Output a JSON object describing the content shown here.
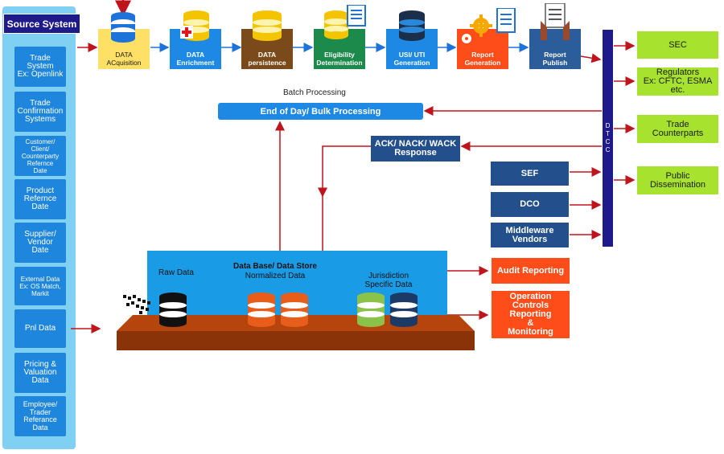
{
  "source": {
    "title": "Source System",
    "items": [
      {
        "id": "trade-system",
        "label": "Trade\nSystem\nEx: Openlink"
      },
      {
        "id": "trade-confirmation",
        "label": "Trade\nConfirmation\nSystems"
      },
      {
        "id": "customer-ref",
        "label": "Customer/\nClient/\nCounterparty\nRefernce\nDate"
      },
      {
        "id": "product-ref",
        "label": "Product\nRefernce\nDate"
      },
      {
        "id": "supplier-vendor",
        "label": "Supplier/\nVendor\nDate"
      },
      {
        "id": "external-data",
        "label": "External Data\nEx: OS Match,\nMarkit"
      },
      {
        "id": "pnl-data",
        "label": "Pnl Data"
      },
      {
        "id": "pricing-valuation",
        "label": "Pricing &\nValuation\nData"
      },
      {
        "id": "employee-trader",
        "label": "Employee/\nTrader\nReferance\nData"
      }
    ]
  },
  "pipeline": [
    {
      "id": "acquisition",
      "label": "DATA\nACquisition"
    },
    {
      "id": "enrichment",
      "label": "DATA\nEnrichment"
    },
    {
      "id": "persistence",
      "label": "DATA\npersistence"
    },
    {
      "id": "eligibility",
      "label": "Eligibility\nDetermination"
    },
    {
      "id": "usi-uti",
      "label": "USI/ UTI\nGeneration"
    },
    {
      "id": "report-generation",
      "label": "Report\nGeneration"
    },
    {
      "id": "report-publish",
      "label": "Report\nPublish"
    }
  ],
  "batch": {
    "caption": "Batch Processing",
    "label": "End of Day/ Bulk Processing"
  },
  "ack": {
    "label": "ACK/ NACK/ WACK\nResponse"
  },
  "dtcc": {
    "letters": [
      "D",
      "T",
      "C",
      "C"
    ]
  },
  "left_boxes": [
    {
      "id": "sef",
      "label": "SEF"
    },
    {
      "id": "dco",
      "label": "DCO"
    },
    {
      "id": "middleware",
      "label": "Middleware\nVendors"
    }
  ],
  "right_boxes": [
    {
      "id": "sec",
      "label": "SEC"
    },
    {
      "id": "regulators",
      "label": "Regulators\nEx: CFTC, ESMA etc."
    },
    {
      "id": "trade-counterparts",
      "label": "Trade\nCounterparts"
    },
    {
      "id": "public-dissemination",
      "label": "Public\nDissemination"
    }
  ],
  "store": {
    "raw": "Raw Data",
    "title": "Data Base/ Data Store",
    "normalized": "Normalized Data",
    "jurisdiction": "Jurisdiction\nSpecific Data"
  },
  "outputs": [
    {
      "id": "audit",
      "label": "Audit Reporting"
    },
    {
      "id": "operation-controls",
      "label": "Operation Controls\nReporting\n&\nMonitoring"
    }
  ],
  "colors": {
    "arrow": "#c0141c",
    "connector": "#1e73d8",
    "navy": "#23508c",
    "green": "#a6e22e",
    "orange": "#ff4d19",
    "platform": "#b5440d"
  }
}
